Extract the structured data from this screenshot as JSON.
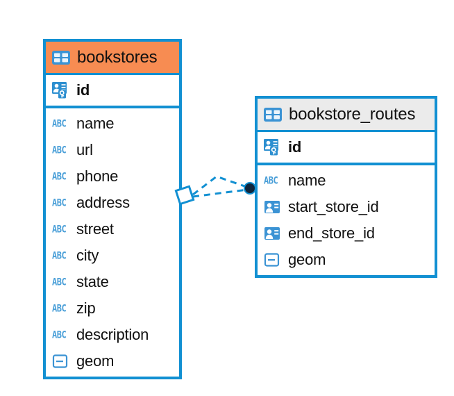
{
  "diagram": {
    "type": "entity-relationship-diagram",
    "colors": {
      "border_blue": "#1290d2",
      "header_orange": "#f78c52",
      "header_grey": "#ebebeb",
      "icon_blue": "#4a9fd8",
      "connector_blue": "#1290d2",
      "connector_endpoint_dark": "#10263c",
      "text": "#111111",
      "background": "#ffffff"
    },
    "entities": [
      {
        "name": "bookstores",
        "header_icon": "table-icon",
        "header_style": "orange",
        "primary_keys": [
          {
            "name": "id",
            "icon": "primary-key-icon"
          }
        ],
        "fields": [
          {
            "name": "name",
            "icon": "abc-text-icon",
            "type_glyph": "ABC"
          },
          {
            "name": "url",
            "icon": "abc-text-icon",
            "type_glyph": "ABC"
          },
          {
            "name": "phone",
            "icon": "abc-text-icon",
            "type_glyph": "ABC"
          },
          {
            "name": "address",
            "icon": "abc-text-icon",
            "type_glyph": "ABC"
          },
          {
            "name": "street",
            "icon": "abc-text-icon",
            "type_glyph": "ABC"
          },
          {
            "name": "city",
            "icon": "abc-text-icon",
            "type_glyph": "ABC"
          },
          {
            "name": "state",
            "icon": "abc-text-icon",
            "type_glyph": "ABC"
          },
          {
            "name": "zip",
            "icon": "abc-text-icon",
            "type_glyph": "ABC"
          },
          {
            "name": "description",
            "icon": "abc-text-icon",
            "type_glyph": "ABC"
          },
          {
            "name": "geom",
            "icon": "geometry-icon",
            "type_glyph": ""
          }
        ]
      },
      {
        "name": "bookstore_routes",
        "header_icon": "table-icon",
        "header_style": "grey",
        "primary_keys": [
          {
            "name": "id",
            "icon": "primary-key-icon"
          }
        ],
        "fields": [
          {
            "name": "name",
            "icon": "abc-text-icon",
            "type_glyph": "ABC"
          },
          {
            "name": "start_store_id",
            "icon": "foreign-key-icon",
            "type_glyph": ""
          },
          {
            "name": "end_store_id",
            "icon": "foreign-key-icon",
            "type_glyph": ""
          },
          {
            "name": "geom",
            "icon": "geometry-icon",
            "type_glyph": ""
          }
        ]
      }
    ],
    "relationship": {
      "style": "dashed",
      "source_endpoint": "diamond-outline",
      "target_endpoint": "filled-circle",
      "from": "bookstores",
      "to": "bookstore_routes"
    }
  }
}
